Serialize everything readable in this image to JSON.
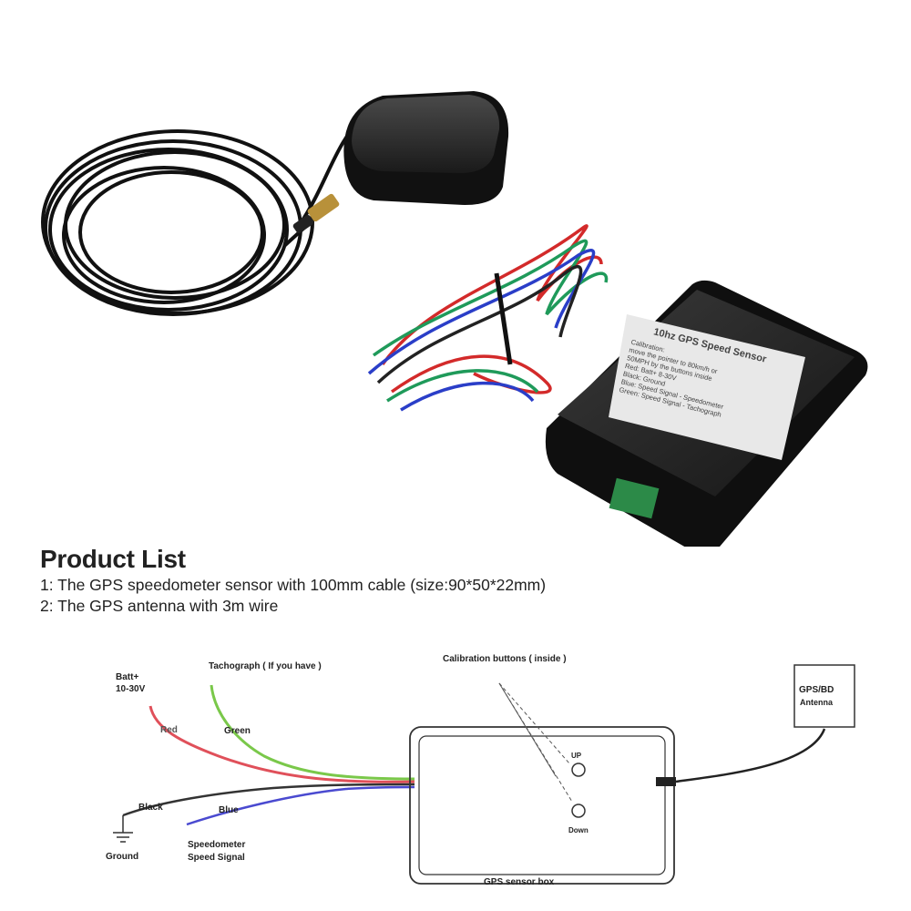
{
  "sensor_label": {
    "title": "10hz GPS Speed Sensor",
    "lines": [
      "Calibration:",
      "move the pointer to 80km/h or",
      "50MPH by the buttons inside",
      "Red:    Batt+ 8-30V",
      "Black:  Ground",
      "Blue:   Speed Signal - Speedometer",
      "Green:  Speed Signal - Tachograph"
    ]
  },
  "product_list": {
    "title": "Product List",
    "items": [
      "1: The GPS speedometer sensor with 100mm cable (size:90*50*22mm)",
      "2: The GPS antenna with 3m wire"
    ]
  },
  "diagram": {
    "batt_label_1": "Batt+",
    "batt_label_2": "10-30V",
    "red_label": "Red",
    "tachograph_label": "Tachograph ( If you have )",
    "green_label": "Green",
    "black_label": "Black",
    "blue_label": "Blue",
    "ground_label": "Ground",
    "speedometer_label_1": "Speedometer",
    "speedometer_label_2": "Speed Signal",
    "calibration_label": "Calibration buttons ( inside )",
    "up_label": "UP",
    "down_label": "Down",
    "box_label": "GPS sensor box",
    "antenna_label_1": "GPS/BD",
    "antenna_label_2": "Antenna",
    "colors": {
      "red": "#e0505a",
      "green": "#7ac84a",
      "blue": "#4a4ad0",
      "black": "#333333"
    }
  }
}
